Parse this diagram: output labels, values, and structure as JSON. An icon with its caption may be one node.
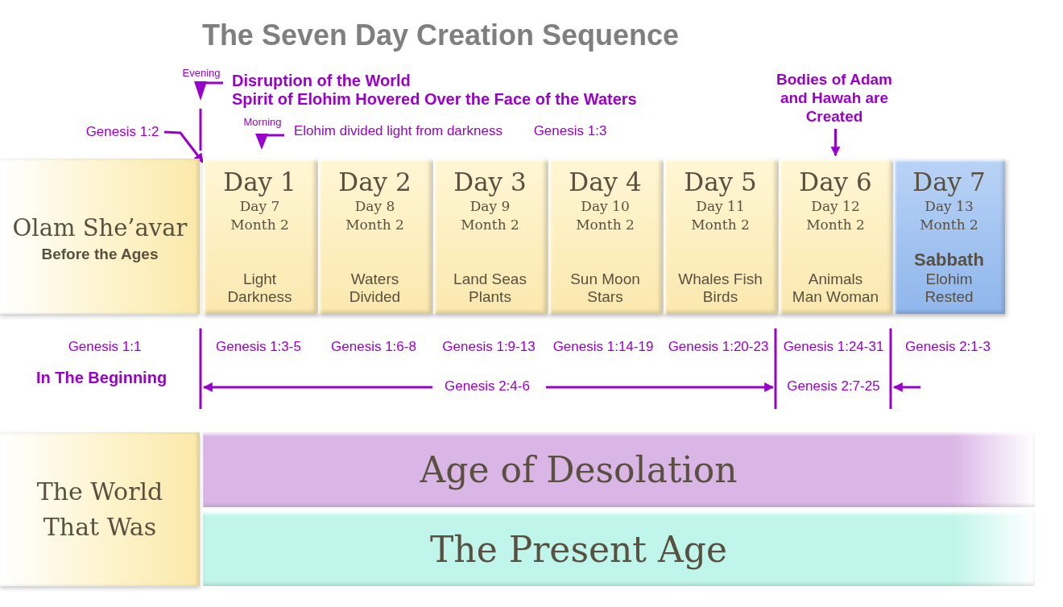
{
  "diagram": {
    "title": "The Seven Day Creation Sequence",
    "nodes": [
      {
        "text": [
          "Olam She’avar",
          "Before the Ages"
        ]
      },
      {
        "text": [
          "Day 1",
          "Day 7 Month 2",
          "Light Darkness"
        ]
      },
      {
        "text": [
          "Day 2",
          "Day 8 Month 2",
          "Waters Divided"
        ]
      },
      {
        "text": [
          "Day 3",
          "Day 9 Month 2",
          "Land Seas Plants"
        ]
      },
      {
        "text": [
          "Day 4",
          "Day 10 Month 2",
          "Sun Moon Stars"
        ]
      },
      {
        "text": [
          "Day 5",
          "Day 11 Month 2",
          "Whales Fish Birds"
        ]
      },
      {
        "text": [
          "Day 6",
          "Day 12 Month 2",
          "Animals Man Woman"
        ]
      },
      {
        "text": [
          "Day 7",
          "Day 13 Month 2",
          "Sabbath",
          "Elohim Rested"
        ]
      },
      {
        "text": [
          "The World That Was"
        ]
      },
      {
        "text": [
          "Age of Desolation"
        ]
      },
      {
        "text": [
          "The Present Age"
        ]
      },
      {
        "text": [
          "Genesis 1:2"
        ]
      },
      {
        "text": [
          "Bodies of Adam and Hawah are Created"
        ]
      }
    ],
    "edges": [
      {
        "from": 11,
        "to": 1,
        "arrow": "to"
      },
      {
        "from": 12,
        "to": 6,
        "arrow": "to"
      }
    ],
    "labels": [
      "Evening",
      "Disruption of the World",
      "Spirit of Elohim Hovered Over the Face of the Waters",
      "Morning",
      "Elohim divided light from darkness",
      "Genesis 1:3",
      "Genesis 1:1",
      "In The Beginning",
      "Genesis 1:3-5",
      "Genesis 1:6-8",
      "Genesis 1:9-13",
      "Genesis 1:14-19",
      "Genesis 1:20-23",
      "Genesis 1:24-31",
      "Genesis 2:1-3",
      "Genesis 2:4-6",
      "Genesis 2:7-25"
    ]
  }
}
